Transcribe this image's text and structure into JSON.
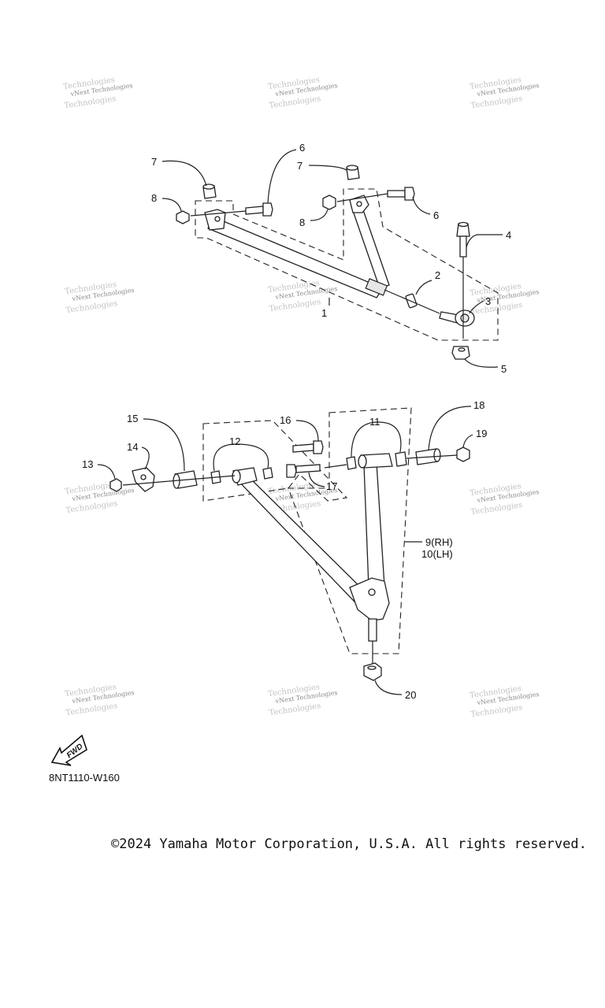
{
  "watermark": {
    "text": "vNext Technologies",
    "ghost": "Technologies"
  },
  "callouts": [
    "1",
    "2",
    "3",
    "4",
    "5",
    "6",
    "6",
    "7",
    "7",
    "8",
    "8",
    "9(RH)",
    "10(LH)",
    "11",
    "12",
    "13",
    "14",
    "15",
    "16",
    "17",
    "18",
    "19",
    "20"
  ],
  "fwd_label": "FWD",
  "drawing_code": "8NT1110-W160",
  "copyright": "©2024 Yamaha Motor Corporation, U.S.A. All rights reserved."
}
